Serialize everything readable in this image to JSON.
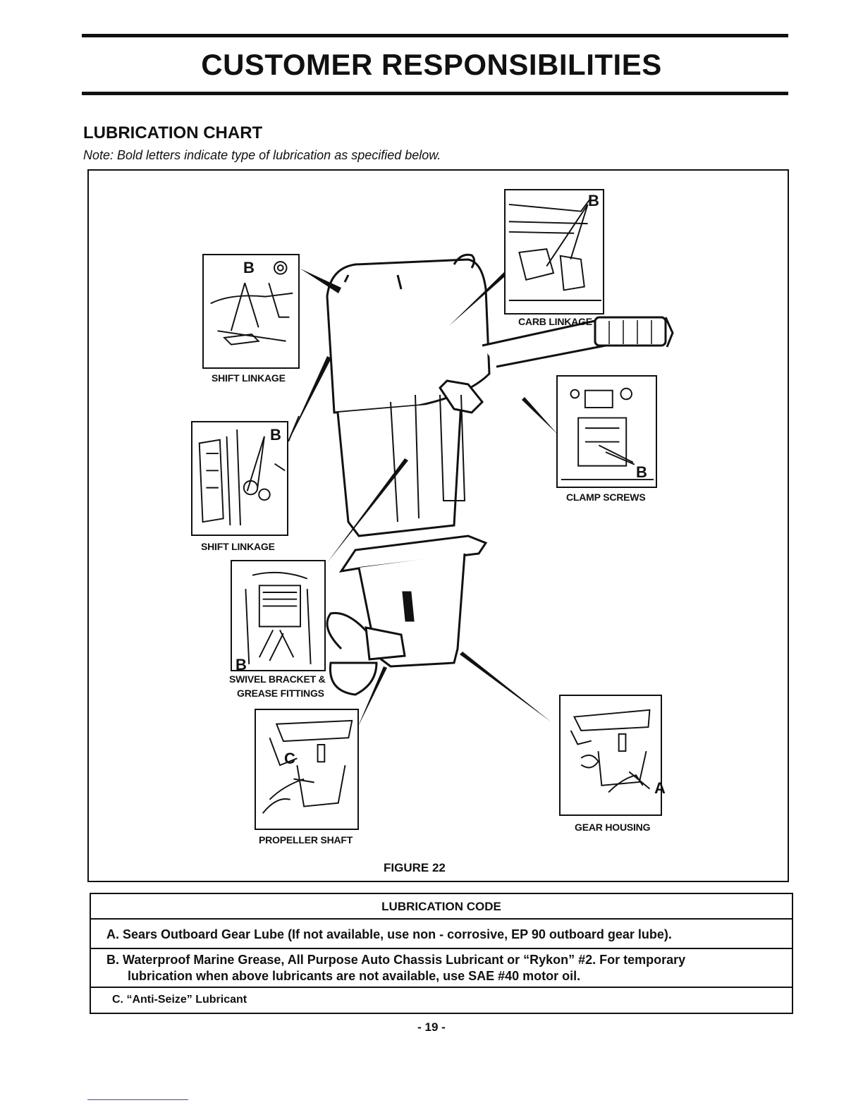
{
  "page": {
    "title": "CUSTOMER RESPONSIBILITIES",
    "section_title": "LUBRICATION CHART",
    "note": "Note: Bold letters indicate type of lubrication as specified below.",
    "page_number": "- 19 -"
  },
  "figure": {
    "caption": "FIGURE 22",
    "callouts": {
      "shift_linkage_upper": {
        "label": "SHIFT LINKAGE",
        "letter": "B"
      },
      "shift_linkage_lower": {
        "label": "SHIFT LINKAGE",
        "letter": "B"
      },
      "carb_linkage": {
        "label": "CARB LINKAGE",
        "letter": "B"
      },
      "clamp_screws": {
        "label": "CLAMP SCREWS",
        "letter": "B"
      },
      "swivel_bracket": {
        "label_line1": "SWIVEL BRACKET &",
        "label_line2": "GREASE FITTINGS",
        "letter": "B"
      },
      "propeller_shaft": {
        "label": "PROPELLER SHAFT",
        "letter": "C"
      },
      "gear_housing": {
        "label": "GEAR HOUSING",
        "letter": "A"
      }
    }
  },
  "lubrication_code": {
    "header": "LUBRICATION CODE",
    "a": "A. Sears Outboard Gear Lube (If not available, use non - corrosive, EP 90 outboard gear lube).",
    "b_line1": "B. Waterproof Marine Grease, All Purpose Auto Chassis Lubricant or “Rykon” #2.  For temporary",
    "b_line2": "lubrication when above lubricants are not available, use SAE #40 motor oil.",
    "c": "C. “Anti-Seize” Lubricant"
  }
}
